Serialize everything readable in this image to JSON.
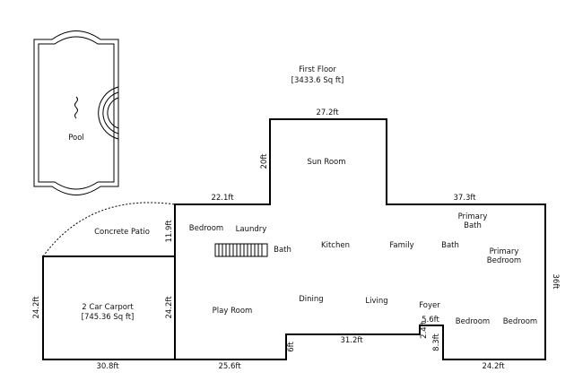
{
  "title": "First Floor",
  "area": "[3433.6 Sq ft]",
  "rooms": {
    "pool": "Pool",
    "sun_room": "Sun Room",
    "concrete_patio": "Concrete Patio",
    "bedroom_left": "Bedroom",
    "laundry": "Laundry",
    "bath_left": "Bath",
    "kitchen": "Kitchen",
    "family": "Family",
    "bath_right": "Bath",
    "primary_bath_line1": "Primary",
    "primary_bath_line2": "Bath",
    "primary_bedroom_line1": "Primary",
    "primary_bedroom_line2": "Bedroom",
    "carport_line1": "2 Car Carport",
    "carport_line2": "[745.36 Sq ft]",
    "play_room": "Play Room",
    "dining": "Dining",
    "living": "Living",
    "foyer": "Foyer",
    "bedroom_mid": "Bedroom",
    "bedroom_right": "Bedroom"
  },
  "dimensions": {
    "sun_top": "27.2ft",
    "sun_left": "20ft",
    "top_left_wall": "22.1ft",
    "top_right_wall": "37.3ft",
    "right_wall": "36ft",
    "patio_side": "11.9ft",
    "carport_left": "24.2ft",
    "carport_right": "24.2ft",
    "carport_bottom": "30.8ft",
    "bottom_left": "25.6ft",
    "step_left": "6ft",
    "bottom_mid": "31.2ft",
    "foyer_width": "5.6ft",
    "foyer_step": "2.4ft",
    "foyer_drop": "8.3ft",
    "bottom_right": "24.2ft"
  }
}
